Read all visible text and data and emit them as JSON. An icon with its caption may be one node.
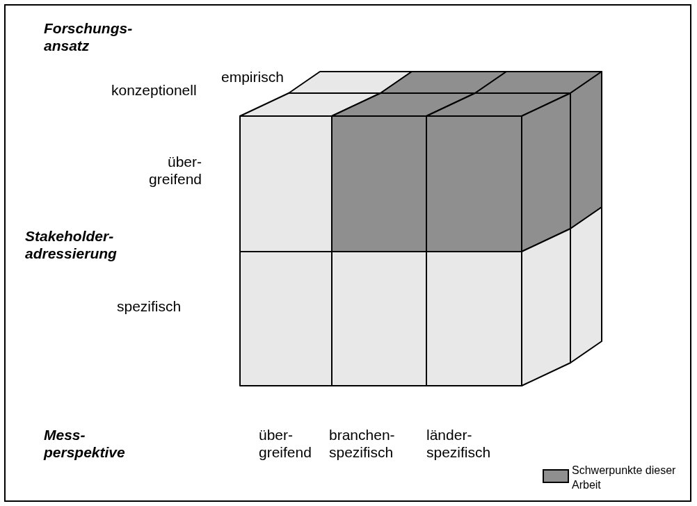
{
  "diagram": {
    "labels": [
      "Forschungs- ansatz",
      "empirisch",
      "konzeptionell",
      "über- greifend",
      "Stakeholder- adressierung",
      "spezifisch",
      "Mess- perspektive",
      "über- greifend",
      "branchen- spezifisch",
      "länder- spezifisch"
    ],
    "legend": [
      {
        "text": "Schwerpunkte dieser Arbeit",
        "color": "#8f8f8f"
      }
    ]
  }
}
